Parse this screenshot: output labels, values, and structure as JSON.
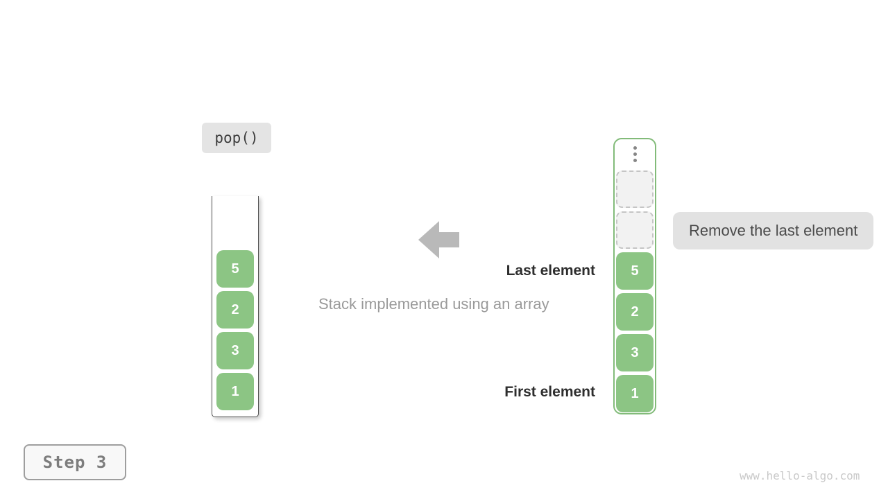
{
  "diagram": {
    "operation_label": "pop()",
    "caption": "Stack implemented using an array",
    "annotation": "Remove the last element",
    "last_element_label": "Last element",
    "first_element_label": "First element",
    "step_label": "Step 3",
    "watermark": "www.hello-algo.com"
  },
  "stack_before": {
    "description": "array stack after pop, open-top container",
    "values": [
      "5",
      "2",
      "3",
      "1"
    ]
  },
  "stack_after": {
    "description": "array stack with capacity slots, top-down",
    "empty_slots": 2,
    "has_ellipsis": true,
    "values": [
      "5",
      "2",
      "3",
      "1"
    ]
  },
  "icons": {
    "pop_arrow": "left-block-arrow",
    "ellipsis": "vertical-ellipsis"
  },
  "colors": {
    "cell_green": "#8cc584",
    "stack_border_green": "#82bb79",
    "label_bg": "#e4e4e4",
    "annotation_bg": "#e2e2e2",
    "arrow_gray": "#b9b9b9",
    "empty_cell_bg": "#f2f2f2",
    "empty_cell_border": "#c5c5c5",
    "step_text": "#7d7d7d",
    "watermark_gray": "#c9c9c9"
  }
}
